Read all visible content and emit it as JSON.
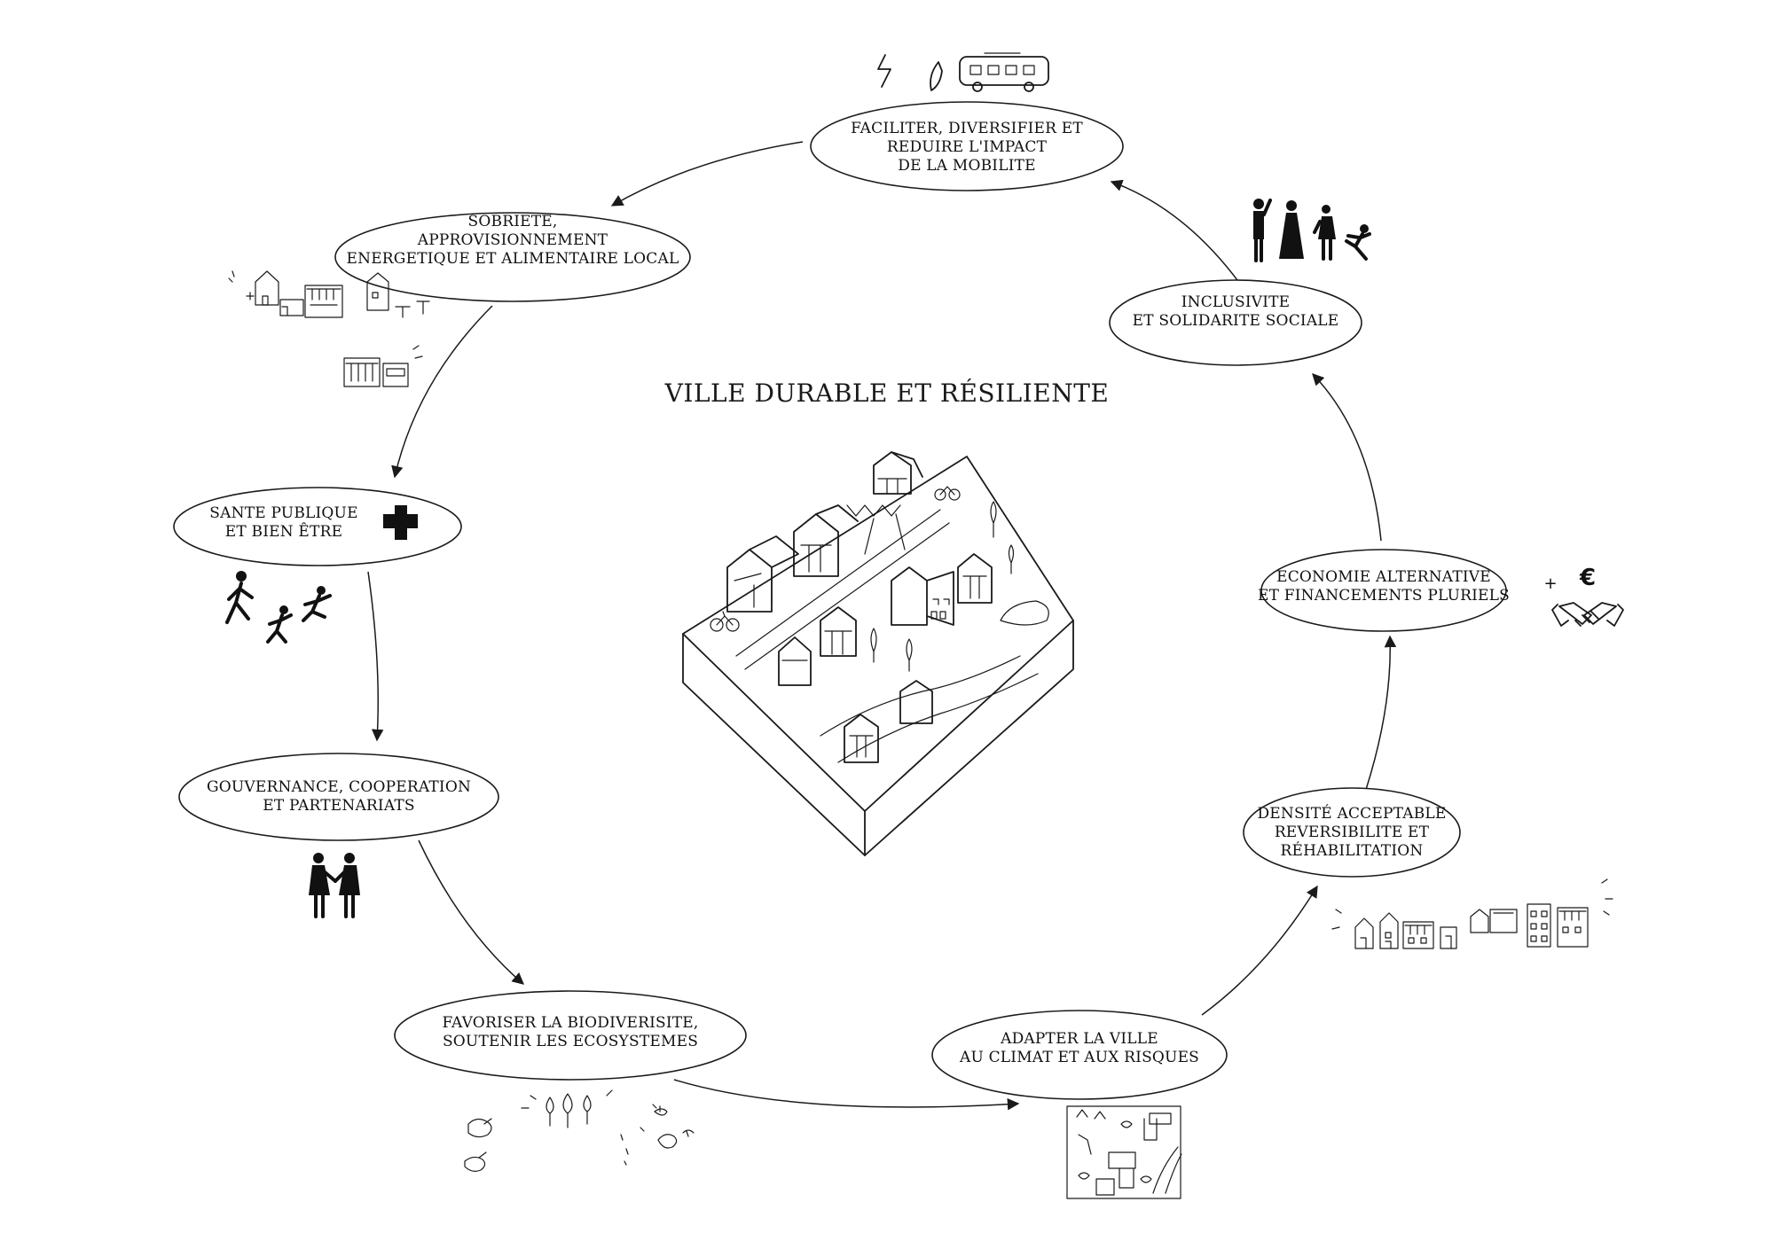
{
  "title": "VILLE DURABLE ET RÉSILIENTE",
  "nodes": {
    "mobilite": [
      "FACILITER, DIVERSIFIER ET",
      "REDUIRE L'IMPACT",
      "DE LA MOBILITE"
    ],
    "sobriete": [
      "SOBRIETE,",
      "APPROVISIONNEMENT",
      "ENERGETIQUE ET ALIMENTAIRE LOCAL"
    ],
    "sante": [
      "SANTE PUBLIQUE",
      "ET BIEN ÊTRE"
    ],
    "gouvernance": [
      "GOUVERNANCE, COOPERATION",
      "ET PARTENARIATS"
    ],
    "biodiversite": [
      "FAVORISER LA BIODIVERISITE,",
      "SOUTENIR LES ECOSYSTEMES"
    ],
    "climat": [
      "ADAPTER LA VILLE",
      "AU CLIMAT ET AUX RISQUES"
    ],
    "densite": [
      "DENSITÉ ACCEPTABLE",
      "REVERSIBILITE ET",
      "RÉHABILITATION"
    ],
    "economie": [
      "ECONOMIE ALTERNATIVE",
      "ET FINANCEMENTS PLURIELS"
    ],
    "inclusivite": [
      "INCLUSIVITE",
      "ET SOLIDARITE SOCIALE"
    ]
  },
  "symbols": {
    "plus": "+",
    "euro": "€"
  },
  "icons": {
    "mobilite": "transport-sketch-icon",
    "sobriete": "local-shops-sketch-icon",
    "sante": "running-people-icon",
    "gouvernance": "handshake-people-icon",
    "biodiversite": "birds-trees-sketch-icon",
    "climat": "aerial-map-sketch-icon",
    "densite": "buildings-row-sketch-icon",
    "economie": "handshake-euro-icon",
    "inclusivite": "diverse-people-icon",
    "center": "isometric-city-block-sketch"
  }
}
